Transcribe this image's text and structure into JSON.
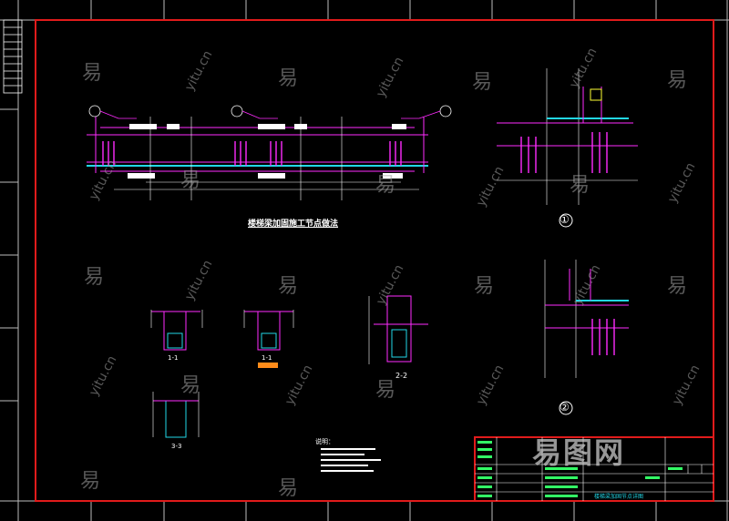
{
  "drawing": {
    "title": "楼梯梁加固施工节点做法",
    "section_labels": [
      "1-1",
      "1-1",
      "2-2",
      "3-3"
    ],
    "detail_markers": [
      "①",
      "②"
    ],
    "notes_title": "说明：",
    "sheet_name": "楼梯梁加固节点详图",
    "colors": {
      "frame": "#e11b1b",
      "linework": "#ff2cff",
      "text": "#ffffff",
      "cyan": "#22d8e8",
      "yellow": "#ffff33",
      "green": "#33ff66",
      "orange": "#ff8c1a"
    }
  },
  "watermark": {
    "brand": "易图网",
    "marks": [
      "易",
      "yitu.cn"
    ]
  }
}
